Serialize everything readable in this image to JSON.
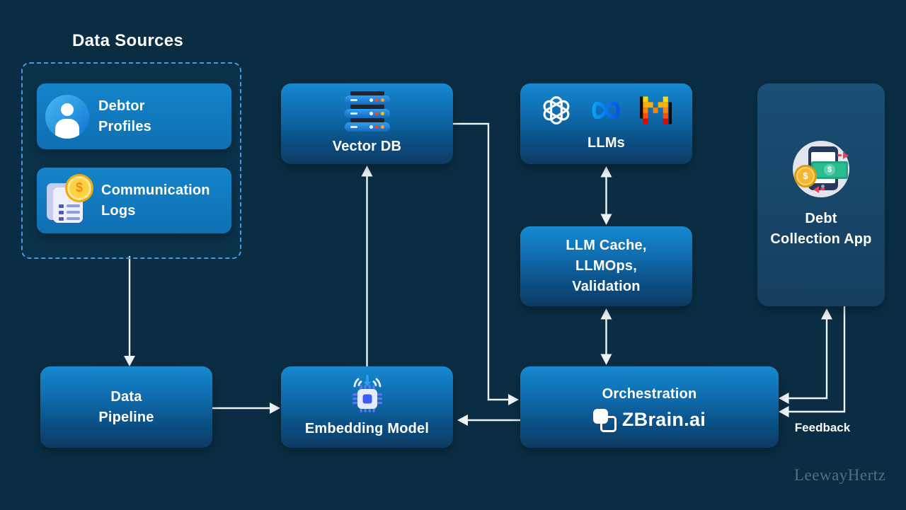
{
  "header": {
    "title": "Data Sources"
  },
  "colors": {
    "background": "#0a2d43",
    "box_gradient_top": "#1689d1",
    "box_gradient_bottom": "#0d3c63",
    "flat_box_blue": "#1484ca",
    "dashed_border_blue": "#4599e0",
    "app_box_blue": "#1b4f74",
    "arrow_white": "#eef3f6",
    "meta_blue": "#0668e1",
    "mistral_orange": "#ff8205",
    "coin_gold": "#f5b52e",
    "watermark_gray": "#54707f"
  },
  "glyphs": {
    "dollar": "$"
  },
  "nodes": {
    "debtor_profiles": {
      "lines": [
        "Debtor",
        "Profiles"
      ],
      "icon": "user-icon"
    },
    "communication_logs": {
      "lines": [
        "Communication",
        "Logs"
      ],
      "icon": "documents-coin-icon"
    },
    "vector_db": {
      "label": "Vector DB",
      "icon": "server-stack-icon"
    },
    "llms": {
      "label": "LLMs",
      "icons": [
        "openai-logo",
        "meta-logo",
        "mistral-logo"
      ]
    },
    "llm_cache": {
      "lines": [
        "LLM Cache,",
        "LLMOps,",
        "Validation"
      ]
    },
    "data_pipeline": {
      "lines": [
        "Data",
        "Pipeline"
      ]
    },
    "embedding_model": {
      "label": "Embedding Model",
      "icon": "chip-icon"
    },
    "orchestration": {
      "label": "Orchestration",
      "brand": "ZBrain.ai",
      "icon": "zbrain-logo"
    },
    "debt_collection_app": {
      "lines": [
        "Debt",
        "Collection App"
      ],
      "icon": "phone-money-icon"
    }
  },
  "annotations": {
    "feedback": "Feedback",
    "watermark": "LeewayHertz"
  }
}
